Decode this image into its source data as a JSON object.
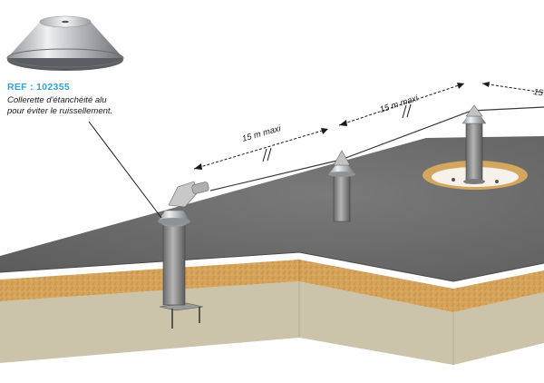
{
  "product": {
    "reference": "REF : 102355",
    "reference_color": "#2aa6d8",
    "description_lines": [
      "Collerette d'étanchéité alu",
      "pour éviter le ruissellement."
    ]
  },
  "dimensions": {
    "spacing_1": "15 m maxi",
    "spacing_2": "15 m maxi",
    "spacing_3": "15"
  },
  "colors": {
    "roof_surface": "#6e6e6e",
    "insulation": "#d9a65c",
    "concrete": "#c9c1a8",
    "post": "#8a8a8a",
    "cable": "#3a3a3a"
  }
}
